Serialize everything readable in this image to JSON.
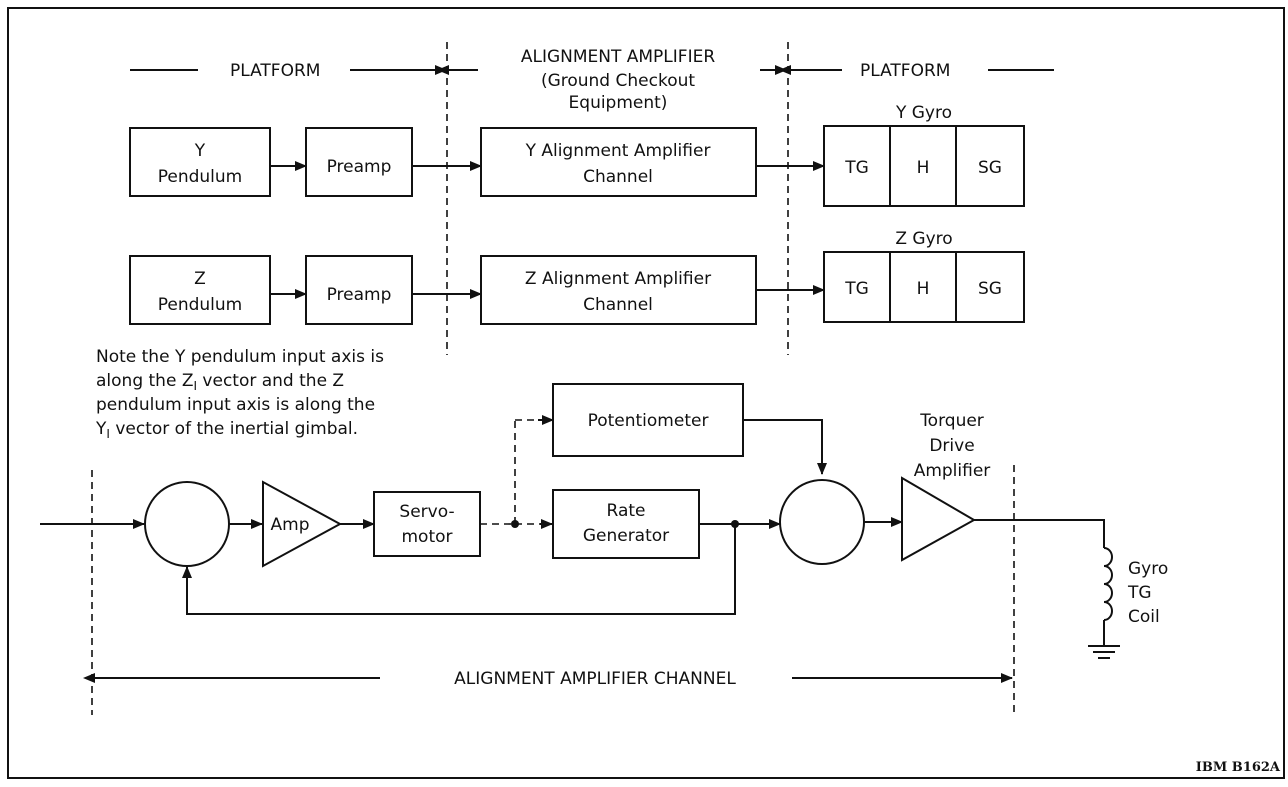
{
  "header": {
    "platform_left": "PLATFORM",
    "alignment_amplifier": "ALIGNMENT AMPLIFIER",
    "ground_checkout_1": "(Ground Checkout",
    "ground_checkout_2": "Equipment)",
    "platform_right": "PLATFORM"
  },
  "blocks": {
    "y_pendulum_1": "Y",
    "y_pendulum_2": "Pendulum",
    "z_pendulum_1": "Z",
    "z_pendulum_2": "Pendulum",
    "preamp": "Preamp",
    "y_channel_1": "Y Alignment Amplifier",
    "y_channel_2": "Channel",
    "z_channel_1": "Z Alignment Amplifier",
    "z_channel_2": "Channel",
    "y_gyro": "Y Gyro",
    "z_gyro": "Z Gyro",
    "tg": "TG",
    "h": "H",
    "sg": "SG"
  },
  "note": {
    "line1": "Note the Y pendulum input axis is",
    "line2": "along the Z",
    "line2_sub": "I",
    "line2_rest": " vector and the Z",
    "line3": "pendulum input axis is along the",
    "line4": "Y",
    "line4_sub": "I",
    "line4_rest": " vector of the inertial gimbal."
  },
  "channel": {
    "amp": "Amp",
    "servomotor_1": "Servo-",
    "servomotor_2": "motor",
    "potentiometer": "Potentiometer",
    "rate_generator_1": "Rate",
    "rate_generator_2": "Generator",
    "torquer_1": "Torquer",
    "torquer_2": "Drive",
    "torquer_3": "Amplifier",
    "gyro_coil_1": "Gyro",
    "gyro_coil_2": "TG",
    "gyro_coil_3": "Coil",
    "channel_label": "ALIGNMENT AMPLIFIER CHANNEL"
  },
  "footer": {
    "figure_id": "IBM B162A"
  }
}
